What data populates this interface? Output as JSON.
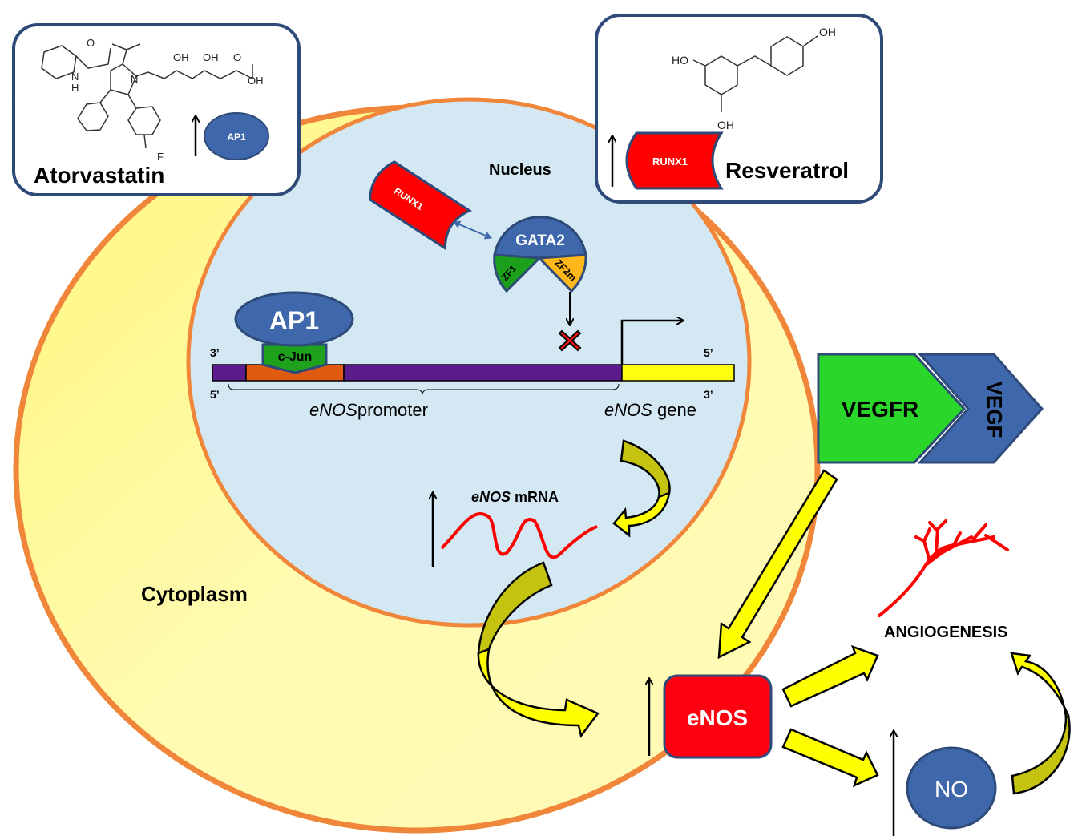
{
  "colors": {
    "membrane": "#f0863a",
    "cytoplasm": "#fffaa8",
    "nucleus": "#d3e8f2",
    "protein_blue": "#3f67ab",
    "outline_navy": "#2e4a78",
    "runx1_red": "#ff0000",
    "zf1_green": "#1ca01c",
    "zf2m_orange": "#ffb71b",
    "cjun_green": "#1ea21e",
    "dna_purple": "#5c1c8c",
    "dna_orange": "#e05a10",
    "gene_yellow": "#ffff10",
    "vegfr_green": "#2bd62b",
    "arrow_yellow": "#ffff00",
    "arrow_olive": "#c4c410",
    "mrna_red": "#ff0000"
  },
  "drugs": {
    "atorvastatin": {
      "name": "Atorvastatin",
      "effect_target": "AP1",
      "effect": "up",
      "structure_labels": [
        "O",
        "N",
        "H",
        "N",
        "OH",
        "OH",
        "O",
        "OH",
        "F"
      ]
    },
    "resveratrol": {
      "name": "Resveratrol",
      "effect_target": "RUNX1",
      "effect": "up",
      "structure_labels": [
        "HO",
        "OH",
        "OH"
      ]
    }
  },
  "compartments": {
    "nucleus": "Nucleus",
    "cytoplasm": "Cytoplasm"
  },
  "nucleus_proteins": {
    "runx1": "RUNX1",
    "gata2": "GATA2",
    "zf1": "ZF1",
    "zf2m": "ZF2m",
    "ap1": "AP1",
    "cjun": "c-Jun",
    "interaction": "bidirectional",
    "gata2_effect": "blocked"
  },
  "dna": {
    "top_left_end": "3’",
    "top_right_end": "5’",
    "bottom_left_end": "5’",
    "bottom_right_end": "3’",
    "promoter_label_italic": "eNOS",
    "promoter_label_rest": "promoter",
    "gene_label_italic": "eNOS",
    "gene_label_rest": " gene"
  },
  "mrna": {
    "label_italic": "eNOS",
    "label_rest": " mRNA",
    "effect": "up"
  },
  "receptor": {
    "vegfr": "VEGFR",
    "vegf": "VEGF"
  },
  "outputs": {
    "enos": "eNOS",
    "no": "NO",
    "angiogenesis": "ANGIOGENESIS",
    "enos_effect": "up",
    "no_effect": "up"
  }
}
